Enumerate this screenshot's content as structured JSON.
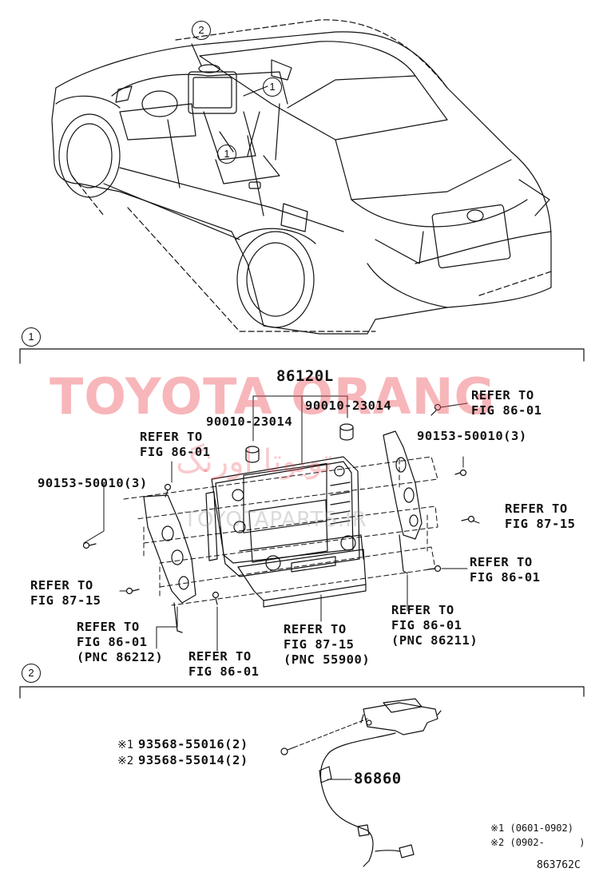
{
  "watermark": {
    "main": "TOYOTA ORANG",
    "site": "TOYOTAPARTS.IR",
    "arabic": "تويوتا اورنگ"
  },
  "callouts": {
    "one": "1",
    "two": "2"
  },
  "section1": {
    "main_part": "86120L",
    "bolt_left": "90010-23014",
    "bolt_right": "90010-23014",
    "refer_top_right": "REFER TO\nFIG 86-01",
    "screw_right": "90153-50010(3)",
    "refer_left_upper": "REFER TO\nFIG 86-01",
    "screw_left": "90153-50010(3)",
    "refer_right_mid": "REFER TO\nFIG 87-15",
    "refer_right_lower": "REFER TO\nFIG 86-01",
    "refer_left_mid": "REFER TO\nFIG 87-15",
    "refer_bracket_left": "REFER TO\nFIG 86-01\n(PNC 86212)",
    "refer_bottom_bolt": "REFER TO\nFIG 86-01",
    "refer_bottom_center": "REFER TO\nFIG 87-15\n(PNC 55900)",
    "refer_bracket_right": "REFER TO\nFIG 86-01\n(PNC 86211)"
  },
  "section2": {
    "screw_1_mark": "※1",
    "screw_1": "93568-55016(2)",
    "screw_2_mark": "※2",
    "screw_2": "93568-55014(2)",
    "antenna": "86860",
    "note_1": "※1 (0601-0902)",
    "note_2": "※2 (0902-      )"
  },
  "figure_code": "863762C"
}
